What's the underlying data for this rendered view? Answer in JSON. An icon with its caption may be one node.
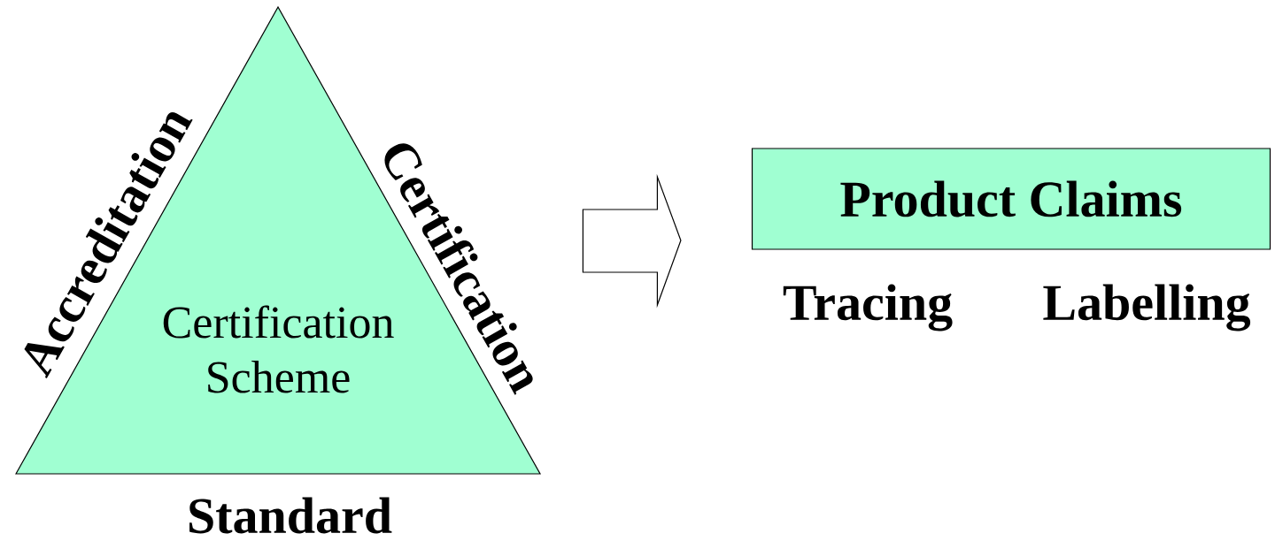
{
  "diagram": {
    "nodes": [
      {
        "text": [
          "Certification Scheme"
        ],
        "beside": [
          "Accreditation",
          "Certification",
          "Standard"
        ]
      },
      {
        "text": [
          "Product Claims"
        ]
      }
    ],
    "edges": [
      {
        "from": 0,
        "to": 1,
        "arrow": "to"
      }
    ],
    "labels": [
      "Tracing",
      "Labelling"
    ]
  }
}
